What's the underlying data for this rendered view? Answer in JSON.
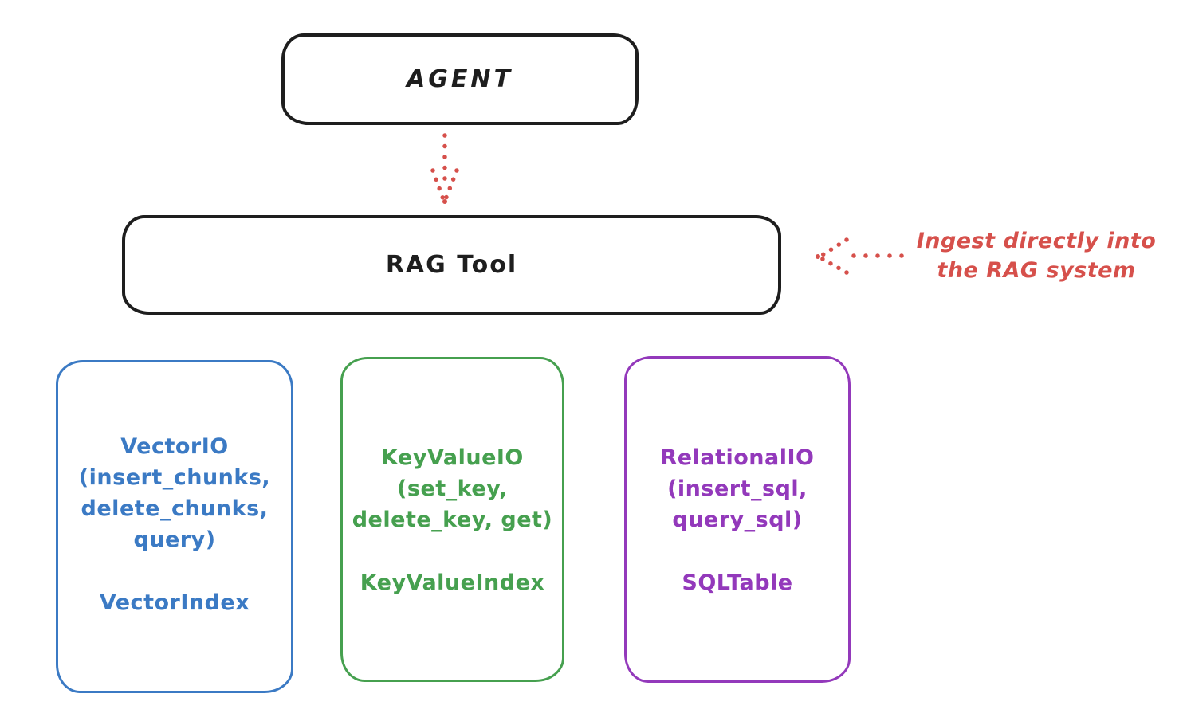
{
  "diagram": {
    "agent": {
      "label": "AGENT"
    },
    "rag_tool": {
      "label": "RAG Tool"
    },
    "annotation": {
      "line1": "Ingest directly into",
      "line2": "the RAG system",
      "color": "#d6504b"
    },
    "arrows": [
      {
        "name": "agent-to-ragtool",
        "style": "dotted",
        "direction": "down",
        "color": "#d6504b"
      },
      {
        "name": "ingest-into-ragtool",
        "style": "dotted",
        "direction": "left",
        "color": "#d6504b"
      }
    ],
    "storage_boxes": [
      {
        "name": "vector-io",
        "color": "#3b7ac4",
        "lines": [
          "VectorIO",
          "(insert_chunks,",
          "delete_chunks,",
          "query)"
        ],
        "index_label": "VectorIndex"
      },
      {
        "name": "keyvalue-io",
        "color": "#46a04f",
        "lines": [
          "KeyValueIO",
          "(set_key,",
          "delete_key, get)"
        ],
        "index_label": "KeyValueIndex"
      },
      {
        "name": "relational-io",
        "color": "#9339bb",
        "lines": [
          "RelationalIO",
          "(insert_sql,",
          "query_sql)"
        ],
        "index_label": "SQLTable"
      }
    ],
    "stroke_black": "#1e1e1e"
  }
}
